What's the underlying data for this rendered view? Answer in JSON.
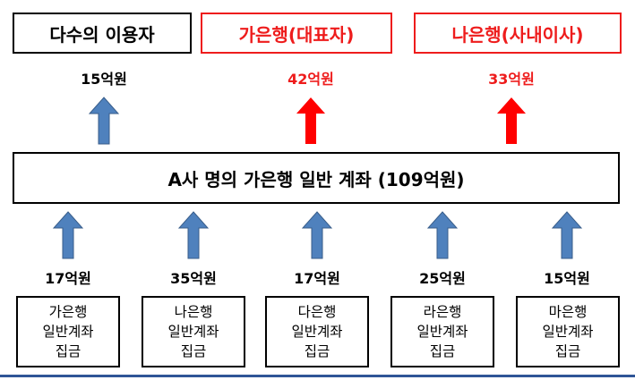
{
  "colors": {
    "blue_arrow": "#4f81bd",
    "red": "#ee1c1c",
    "frame_line": "#2f5597"
  },
  "recipients": [
    {
      "label": "다수의 이용자",
      "amount": "15억원",
      "color": "black",
      "arrow_color": "blue"
    },
    {
      "label": "가은행(대표자)",
      "amount": "42억원",
      "color": "red",
      "arrow_color": "red"
    },
    {
      "label": "나은행(사내이사)",
      "amount": "33억원",
      "color": "red",
      "arrow_color": "red"
    }
  ],
  "main_account": {
    "label": "A사 명의 가은행 일반 계좌 (109억원)"
  },
  "sources": [
    {
      "amount": "17억원",
      "lines": [
        "가은행",
        "일반계좌",
        "집금"
      ]
    },
    {
      "amount": "35억원",
      "lines": [
        "나은행",
        "일반계좌",
        "집금"
      ]
    },
    {
      "amount": "17억원",
      "lines": [
        "다은행",
        "일반계좌",
        "집금"
      ]
    },
    {
      "amount": "25억원",
      "lines": [
        "라은행",
        "일반계좌",
        "집금"
      ]
    },
    {
      "amount": "15억원",
      "lines": [
        "마은행",
        "일반계좌",
        "집금"
      ]
    }
  ]
}
